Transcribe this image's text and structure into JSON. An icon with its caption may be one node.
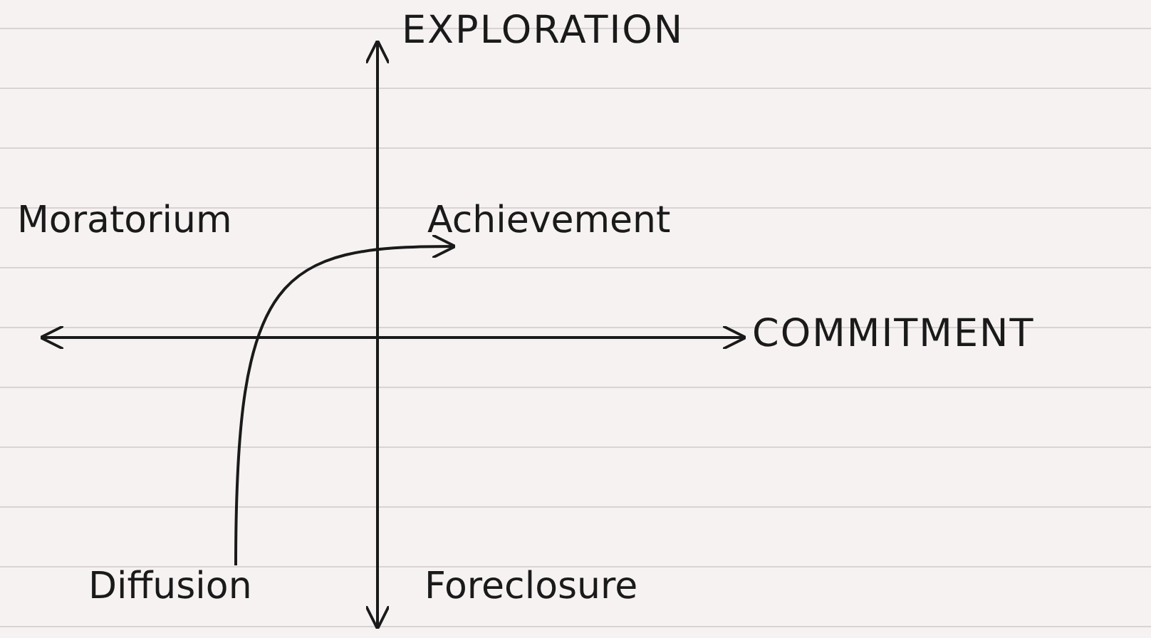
{
  "diagram": {
    "nodes": [
      {
        "text": [
          "Moratorium"
        ]
      },
      {
        "text": [
          "Achievement"
        ]
      },
      {
        "text": [
          "Diffusion"
        ]
      },
      {
        "text": [
          "Foreclosure"
        ]
      }
    ],
    "edges": [
      {
        "from": 2,
        "to": 1,
        "arrow": "to"
      }
    ],
    "labels": [
      "EXPLORATION",
      "COMMITMENT"
    ]
  }
}
